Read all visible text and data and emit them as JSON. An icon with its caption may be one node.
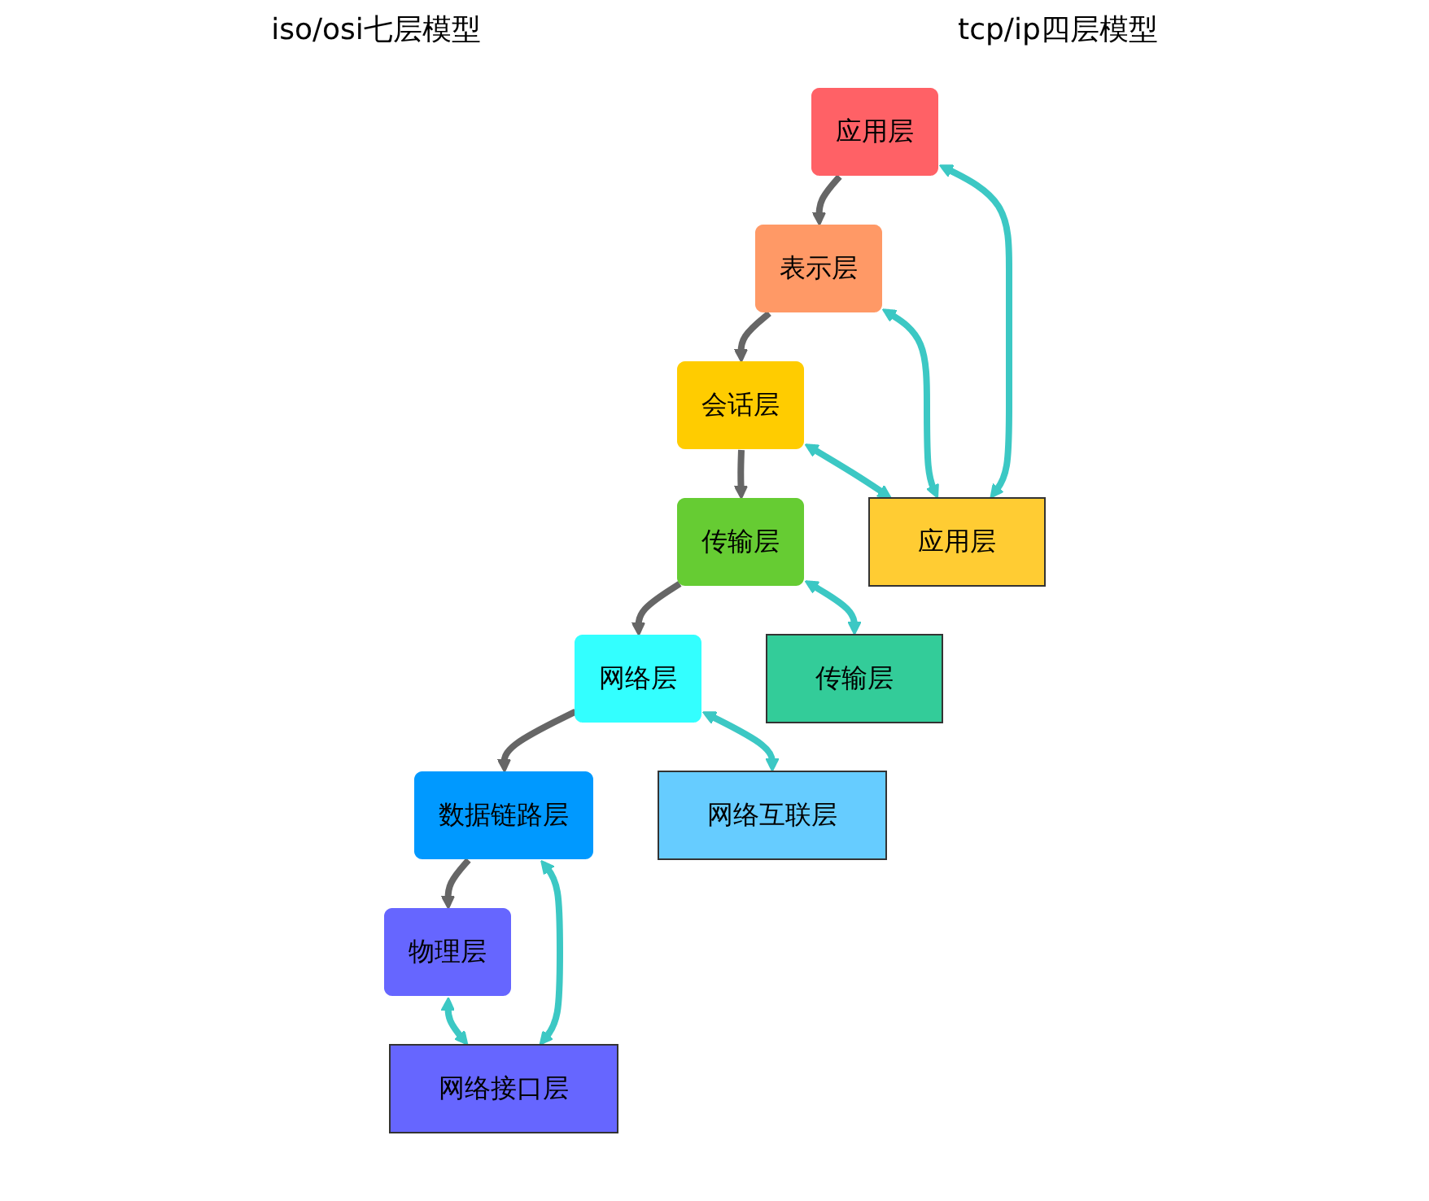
{
  "diagram": {
    "nodes": [
      {
        "text": [
          "应用层"
        ]
      },
      {
        "text": [
          "表示层"
        ]
      },
      {
        "text": [
          "会话层"
        ]
      },
      {
        "text": [
          "传输层"
        ]
      },
      {
        "text": [
          "网络层"
        ]
      },
      {
        "text": [
          "数据链路层"
        ]
      },
      {
        "text": [
          "物理层"
        ]
      },
      {
        "text": [
          "应用层"
        ]
      },
      {
        "text": [
          "传输层"
        ]
      },
      {
        "text": [
          "网络互联层"
        ]
      },
      {
        "text": [
          "网络接口层"
        ]
      }
    ],
    "edges": [
      {
        "from": 0,
        "to": 1,
        "arrow": "to",
        "color": "#666666"
      },
      {
        "from": 1,
        "to": 2,
        "arrow": "to",
        "color": "#666666"
      },
      {
        "from": 2,
        "to": 3,
        "arrow": "to",
        "color": "#666666"
      },
      {
        "from": 3,
        "to": 4,
        "arrow": "to",
        "color": "#666666"
      },
      {
        "from": 4,
        "to": 5,
        "arrow": "to",
        "color": "#666666"
      },
      {
        "from": 5,
        "to": 6,
        "arrow": "to",
        "color": "#666666"
      },
      {
        "from": 0,
        "to": 7,
        "arrow": "both"
      },
      {
        "from": 1,
        "to": 7,
        "arrow": "both"
      },
      {
        "from": 2,
        "to": 7,
        "arrow": "both"
      },
      {
        "from": 3,
        "to": 8,
        "arrow": "both"
      },
      {
        "from": 4,
        "to": 9,
        "arrow": "both"
      },
      {
        "from": 5,
        "to": 10,
        "arrow": "both"
      },
      {
        "from": 6,
        "to": 10,
        "arrow": "both"
      }
    ],
    "labels": [
      "iso/osi七层模型",
      "tcp/ip四层模型"
    ]
  }
}
